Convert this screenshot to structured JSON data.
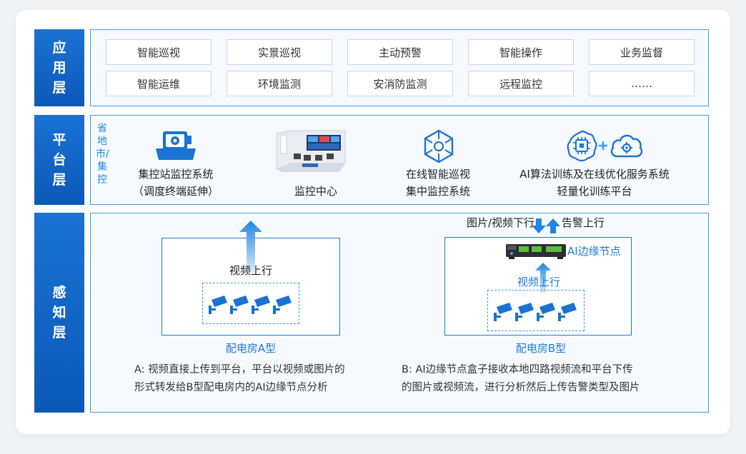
{
  "layers": {
    "application": "应用层",
    "platform": "平台层",
    "perception": "感知层"
  },
  "application": {
    "items": [
      "智能巡视",
      "实景巡视",
      "主动预警",
      "智能操作",
      "业务监督",
      "智能运维",
      "环境监测",
      "安消防监测",
      "远程监控",
      "……"
    ]
  },
  "platform": {
    "side_label": "省地市/集控",
    "systems": [
      {
        "line1": "集控站监控系统",
        "line2": "（调度终端延伸）"
      },
      {
        "line1": "监控中心",
        "line2": ""
      },
      {
        "line1": "在线智能巡视",
        "line2": "集中监控系统"
      },
      {
        "line1": "AI算法训练及在线优化服务系统",
        "line2": "轻量化训练平台"
      }
    ]
  },
  "perception": {
    "room_a": {
      "name": "配电房A型",
      "uplink": "视频上行",
      "desc_line1": "A: 视频直接上传到平台，平台以视频或图片的",
      "desc_line2": "形式转发给B型配电房内的AI边缘节点分析"
    },
    "room_b": {
      "name": "配电房B型",
      "downlink": "图片/视频下行",
      "alarm": "告警上行",
      "edge_node": "AI边缘节点",
      "uplink": "视频上行",
      "desc_line1": "B:  AI边缘节点盒子接收本地四路视频流和平台下传",
      "desc_line2": "的图片或视频流，进行分析然后上传告警类型及图片"
    }
  },
  "colors": {
    "band": "#0f62c0",
    "panel_border": "#3aa0e6",
    "accent": "#1f7ad6"
  }
}
